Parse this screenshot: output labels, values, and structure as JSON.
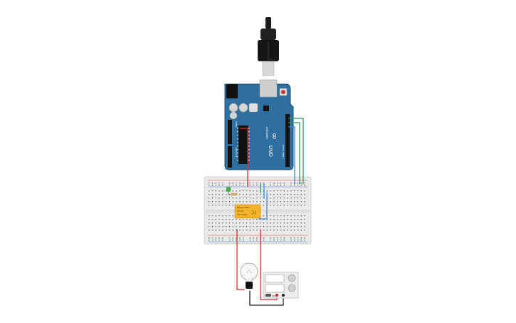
{
  "arduino": {
    "logo_text": "∞",
    "brand_text": "ARDUINO",
    "model_text": "UNO",
    "power_header": "POWER",
    "analog_header": "ANALOG IN",
    "digital_header": "DIGITAL (PWM~)"
  },
  "relay": {
    "lines": [
      "RELAY SPDT",
      "5V DC",
      "10A 250V"
    ]
  },
  "power_supply": {
    "reading_top": "",
    "reading_bottom": "",
    "button_label": "ON"
  },
  "colors": {
    "board_blue": "#2f6fa0",
    "board_dark": "#1e4d73",
    "wire_red": "#d32f2f",
    "wire_green": "#2e9b5e",
    "wire_blue": "#3a8fd6",
    "wire_black": "#222222",
    "breadboard": "#e9e9e9",
    "relay_body": "#f2b32a"
  }
}
